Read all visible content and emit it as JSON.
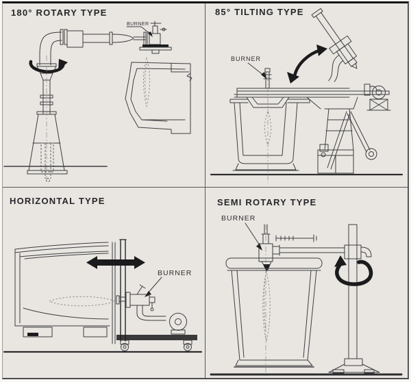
{
  "panels": [
    {
      "title": "180° ROTARY TYPE",
      "burner_label": "BURNER"
    },
    {
      "title": "85° TILTING TYPE",
      "burner_label": "BURNER"
    },
    {
      "title": "HORIZONTAL TYPE",
      "burner_label": "BURNER"
    },
    {
      "title": "SEMI ROTARY TYPE",
      "burner_label": "BURNER"
    }
  ],
  "colors": {
    "paper": "#e9e6e1",
    "ink": "#3c3c40",
    "arrow_fill": "#1b1b1d",
    "flame": "#8f8f8f",
    "frame_border": "#141414"
  }
}
